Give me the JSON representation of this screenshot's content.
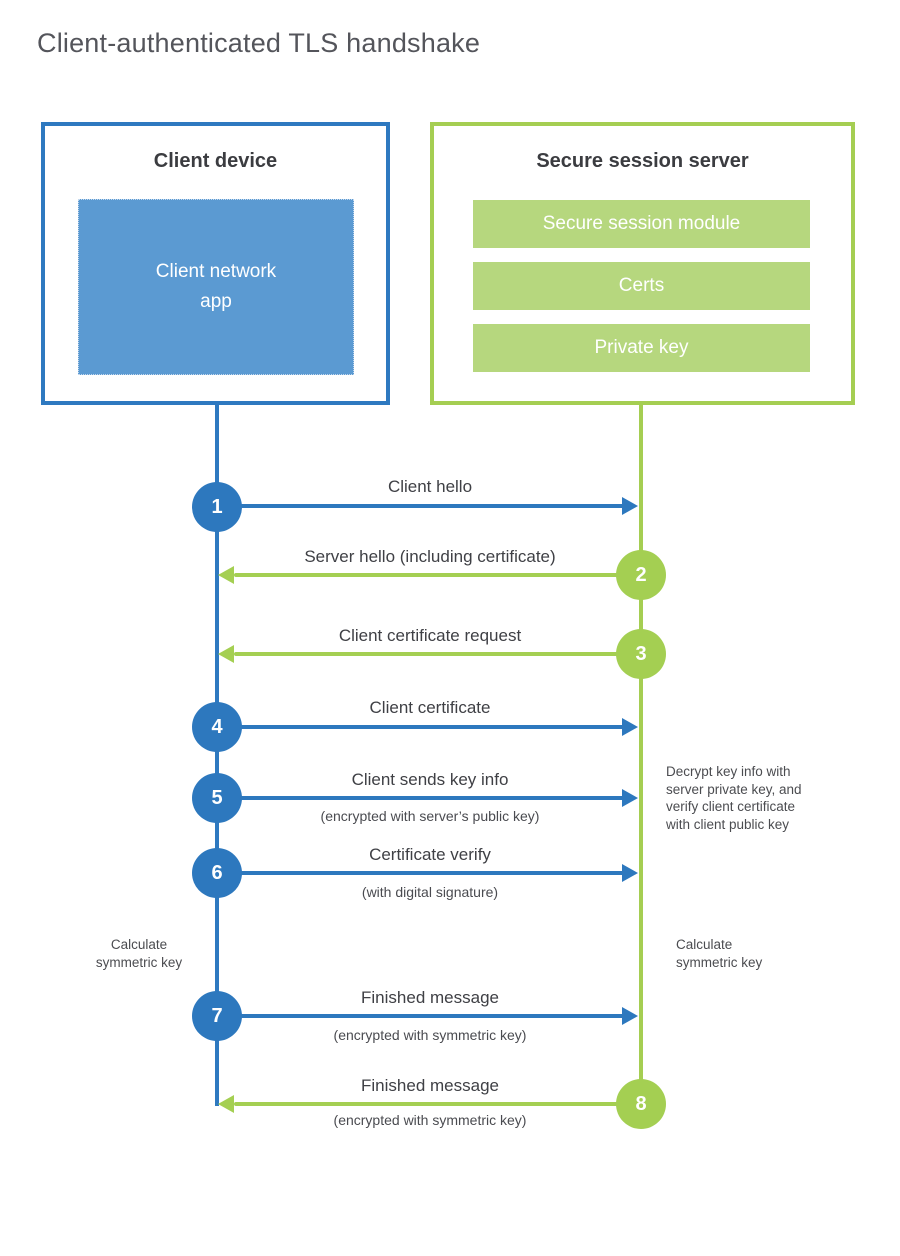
{
  "title": "Client-authenticated TLS handshake",
  "colors": {
    "blue": "#2d78be",
    "blue_fill": "#5b9ad2",
    "green": "#a4cf52",
    "green_fill": "#b6d77e"
  },
  "client_box": {
    "title": "Client device",
    "app_label": "Client network app"
  },
  "server_box": {
    "title": "Secure session server",
    "modules": [
      "Secure session module",
      "Certs",
      "Private key"
    ]
  },
  "steps": [
    {
      "num": "1",
      "label": "Client hello",
      "direction": "client-to-server"
    },
    {
      "num": "2",
      "label": "Server hello (including certificate)",
      "direction": "server-to-client"
    },
    {
      "num": "3",
      "label": "Client certificate request",
      "direction": "server-to-client"
    },
    {
      "num": "4",
      "label": "Client certificate",
      "direction": "client-to-server"
    },
    {
      "num": "5",
      "label": "Client sends key info",
      "sub": "(encrypted with server’s public key)",
      "direction": "client-to-server"
    },
    {
      "num": "6",
      "label": "Certificate verify",
      "sub": "(with digital signature)",
      "direction": "client-to-server"
    },
    {
      "num": "7",
      "label": "Finished message",
      "sub": "(encrypted with symmetric key)",
      "direction": "client-to-server"
    },
    {
      "num": "8",
      "label": "Finished message",
      "sub": "(encrypted with symmetric key)",
      "direction": "server-to-client"
    }
  ],
  "notes": {
    "decrypt_lines": [
      "Decrypt key info with",
      "server private key, and",
      "verify client certificate",
      "with client public key"
    ],
    "calculate_left": "Calculate symmetric key",
    "calculate_right": "Calculate symmetric key"
  }
}
